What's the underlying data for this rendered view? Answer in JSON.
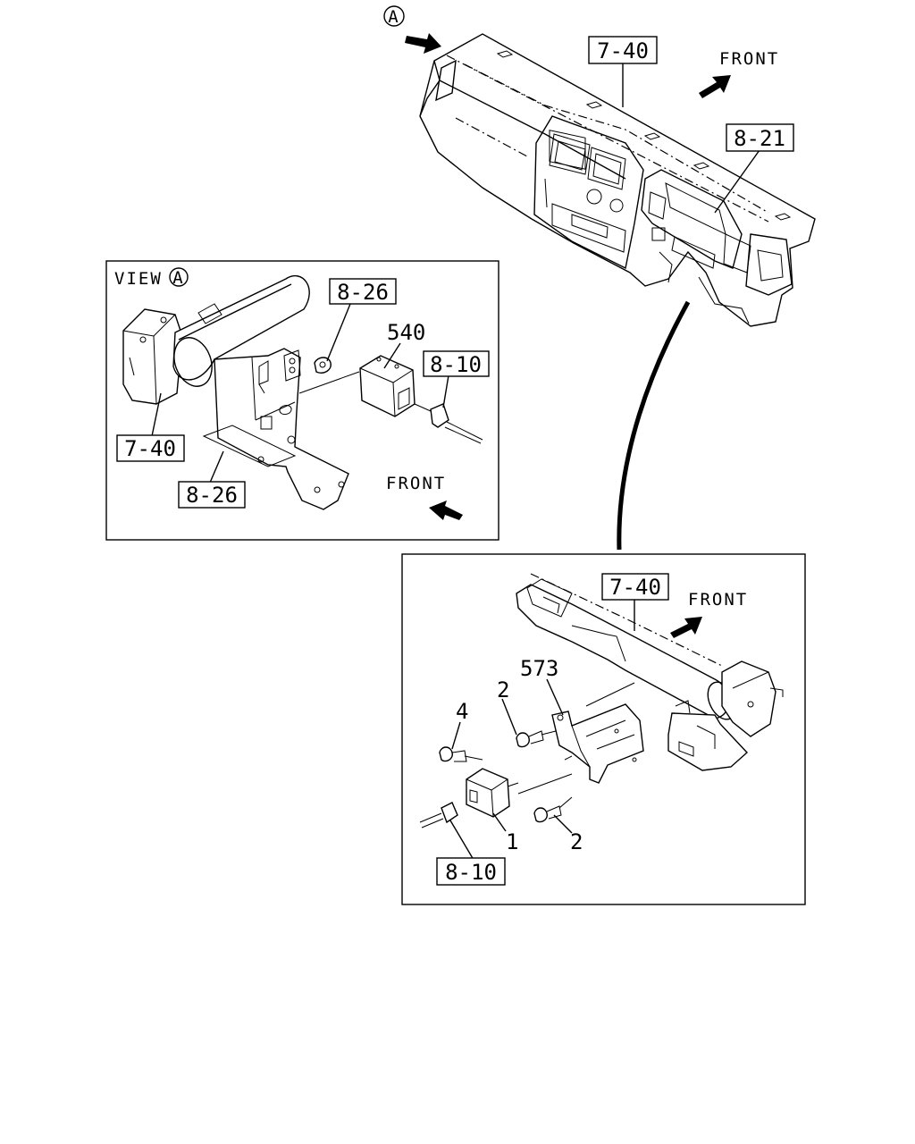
{
  "top_view": {
    "view_marker": "A",
    "ref_dash": "7-40",
    "ref_cluster": "8-21",
    "front_label": "FRONT"
  },
  "view_a": {
    "title": "VIEW",
    "title_marker": "A",
    "ref_bracket_top": "8-26",
    "part_540": "540",
    "ref_connector": "8-10",
    "ref_beam": "7-40",
    "ref_bracket_bottom": "8-26",
    "front_label": "FRONT"
  },
  "detail": {
    "ref_beam": "7-40",
    "front_label": "FRONT",
    "part_573": "573",
    "part_2_top": "2",
    "part_4": "4",
    "part_1": "1",
    "part_2_bottom": "2",
    "ref_connector": "8-10"
  }
}
